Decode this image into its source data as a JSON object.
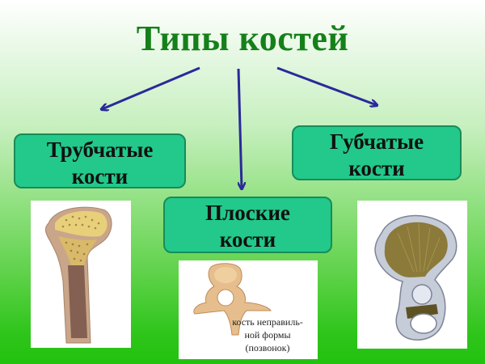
{
  "title": "Типы костей",
  "colors": {
    "title": "#15801a",
    "box_fill": "#22c98a",
    "box_border": "#178c5a",
    "arrow": "#2a2a9a",
    "background_top": "#ffffff",
    "background_bottom": "#22c20f"
  },
  "categories": [
    {
      "id": "tubular",
      "line1": "Трубчатые",
      "line2": "кости",
      "image": "long-bone-icon"
    },
    {
      "id": "flat",
      "line1": "Плоские",
      "line2": "кости",
      "image": "vertebra-icon"
    },
    {
      "id": "spongy",
      "line1": "Губчатые",
      "line2": "кости",
      "image": "pelvic-bone-icon"
    }
  ],
  "vertebra_caption": {
    "line1": "кость неправиль-",
    "line2": "ной формы",
    "line3": "(позвонок)"
  }
}
